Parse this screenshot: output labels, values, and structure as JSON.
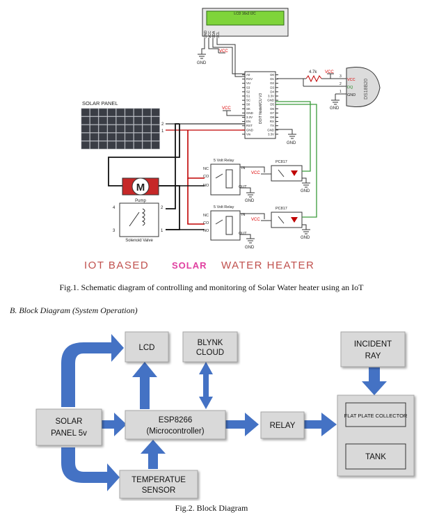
{
  "schematic": {
    "lcd_label": "LCD 16x2 I2C",
    "lcd_pins": [
      "GND",
      "VCC",
      "SDA",
      "SCL"
    ],
    "vcc": "VCC",
    "gnd": "GND",
    "mcu_label": "DOIT NodeMCU V3",
    "mcu_left_pins": [
      "A0",
      "RSV",
      "VU",
      "S3",
      "S2",
      "S1",
      "SC",
      "S0",
      "SK",
      "GND",
      "3.3V",
      "EN",
      "RST",
      "GND",
      "Vin"
    ],
    "mcu_right_pins": [
      "D0",
      "D1",
      "D2",
      "D3",
      "D4",
      "3.3V",
      "GND",
      "D5",
      "D6",
      "D7",
      "D8",
      "RX",
      "TX",
      "GND",
      "3.3V"
    ],
    "resistor": "4.7k",
    "sensor_label": "DS18B20",
    "sensor_pins": [
      "VCC",
      "DQ",
      "GND"
    ],
    "sensor_pin_numbers": [
      "3",
      "2",
      "1"
    ],
    "solar_panel_label": "SOLAR PANEL",
    "panel_terminals": [
      "2",
      "1"
    ],
    "relay_label": "5 Volt Relay",
    "relay_terminals": [
      "NC",
      "CO",
      "NO"
    ],
    "relay_io": [
      "IN",
      "OUT"
    ],
    "opto_label": "PC817",
    "motor_letter": "M",
    "pump_label": "Pump",
    "valve_label": "Solenoid Valve",
    "valve_pins": [
      "4",
      "2",
      "3",
      "1"
    ],
    "title_parts": [
      "IOT BASED",
      "SOLAR",
      "WATER HEATER"
    ]
  },
  "fig1_caption": "Fig.1. Schematic diagram of controlling and monitoring of Solar Water heater using an IoT",
  "section_heading": "B.    Block Diagram (System Operation)",
  "block_diagram": {
    "lcd": "LCD",
    "blynk": [
      "BLYNK",
      "CLOUD"
    ],
    "incident": [
      "INCIDENT",
      "RAY"
    ],
    "solar": [
      "SOLAR",
      "PANEL 5v"
    ],
    "esp": [
      "ESP8266",
      "(Microcontroller)"
    ],
    "relay": "RELAY",
    "flat_plate": "FLAT PLATE COLLECTOR",
    "tank": "TANK",
    "temp": [
      "TEMPERATUE",
      "SENSOR"
    ]
  },
  "fig2_caption": "Fig.2. Block Diagram",
  "colors": {
    "arrow": "#4472c4",
    "box": "#d9d9d9",
    "wire_red": "#c00000",
    "wire_green": "#3a9b3a",
    "title": "#c0504d",
    "solar_word": "#e040a0"
  }
}
